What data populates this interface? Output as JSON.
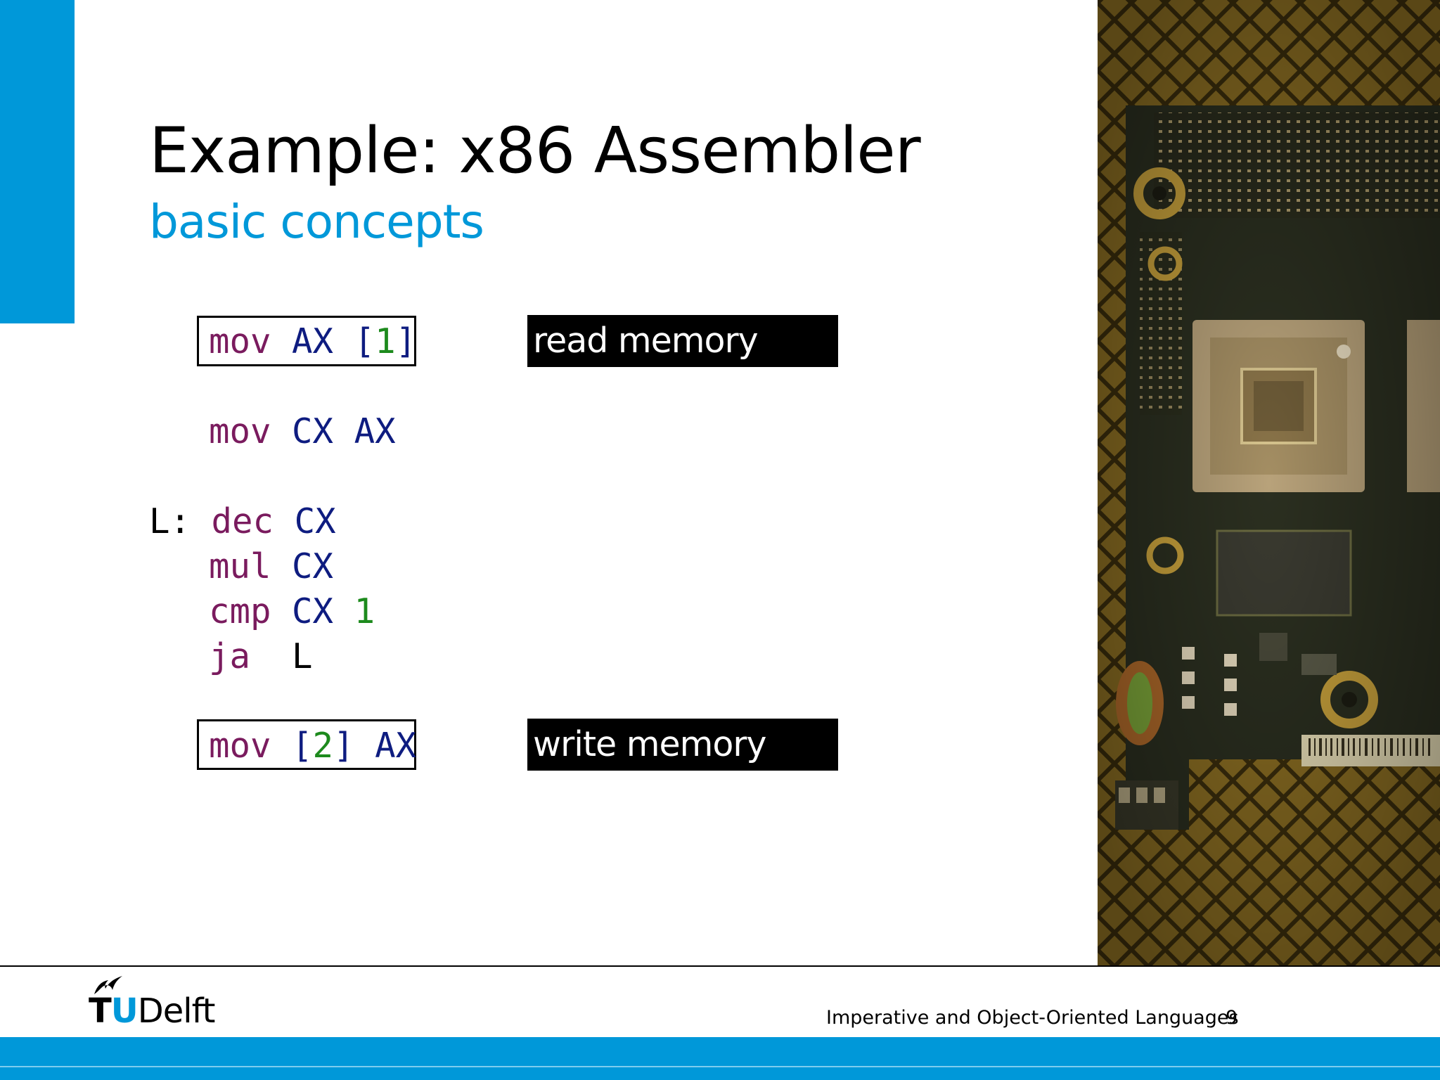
{
  "slide": {
    "title": "Example: x86 Assembler",
    "subtitle": "basic concepts",
    "page_number": "9"
  },
  "code": {
    "line1": {
      "op": "mov",
      "dst": "AX",
      "src_open": "[",
      "src_num": "1",
      "src_close": "]"
    },
    "line2": {
      "op": "mov",
      "dst": "CX",
      "src": "AX"
    },
    "line3": {
      "label": "L:",
      "op": "dec",
      "arg": "CX"
    },
    "line4": {
      "op": "mul",
      "arg": "CX"
    },
    "line5": {
      "op": "cmp",
      "arg": "CX",
      "num": "1"
    },
    "line6": {
      "op": "ja",
      "target": "L"
    },
    "line7": {
      "op": "mov",
      "dst_open": "[",
      "dst_num": "2",
      "dst_close": "]",
      "src": "AX"
    }
  },
  "annotations": {
    "read": "read memory",
    "write": "write memory"
  },
  "footer": {
    "course": "Imperative and Object-Oriented Languages",
    "logo_tu_t": "T",
    "logo_tu_u": "U",
    "logo_delft": "Delft"
  },
  "colors": {
    "accent": "#0098d9",
    "keyword": "#7a1b5e",
    "register": "#0e1c80",
    "number": "#1d8a1d"
  },
  "icons": {
    "photo": "circuit-board-photo",
    "logo": "tu-delft-flame-icon"
  }
}
